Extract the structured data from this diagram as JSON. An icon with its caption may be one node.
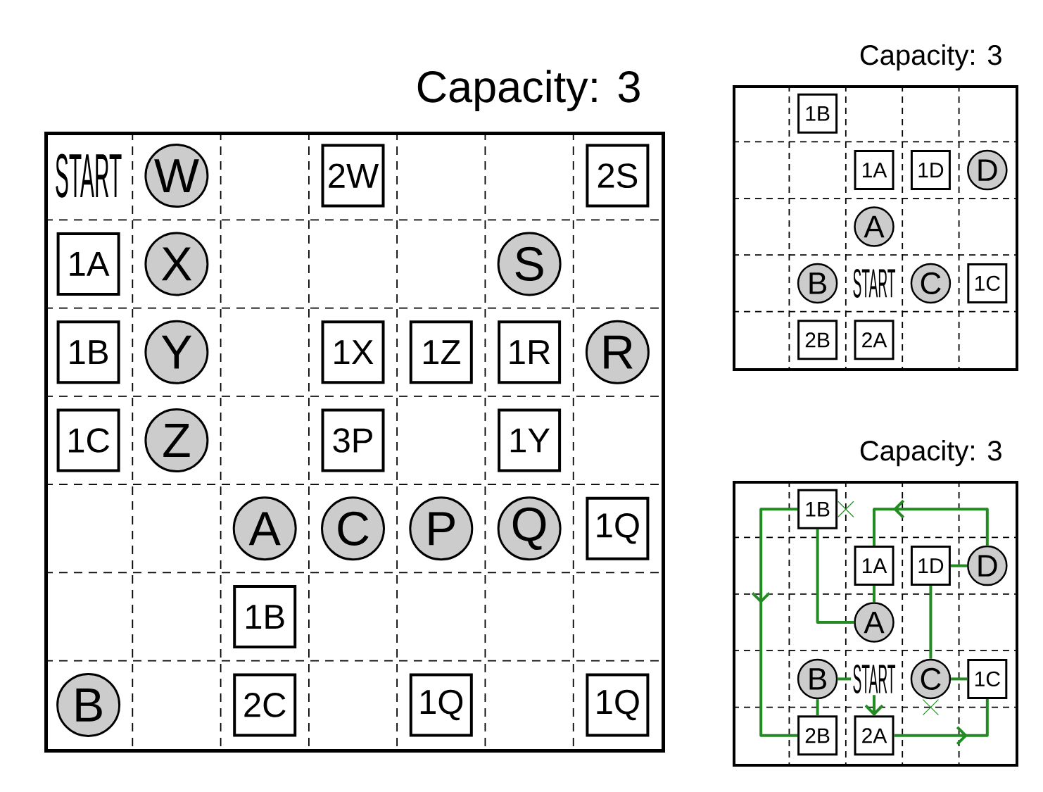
{
  "diagram": {
    "nodes": [
      {
        "text": [
          "Capacity: 3"
        ]
      },
      {
        "text": [
          "W"
        ],
        "in": 0
      },
      {
        "text": [
          "2W"
        ],
        "in": 0
      },
      {
        "text": [
          "2S"
        ],
        "in": 0
      },
      {
        "text": [
          "1A"
        ],
        "in": 0
      },
      {
        "text": [
          "X"
        ],
        "in": 0
      },
      {
        "text": [
          "S"
        ],
        "in": 0
      },
      {
        "text": [
          "1B"
        ],
        "in": 0
      },
      {
        "text": [
          "Y"
        ],
        "in": 0
      },
      {
        "text": [
          "1X"
        ],
        "in": 0
      },
      {
        "text": [
          "1Z"
        ],
        "in": 0
      },
      {
        "text": [
          "1R"
        ],
        "in": 0
      },
      {
        "text": [
          "R"
        ],
        "in": 0
      },
      {
        "text": [
          "1C"
        ],
        "in": 0
      },
      {
        "text": [
          "Z"
        ],
        "in": 0
      },
      {
        "text": [
          "3P"
        ],
        "in": 0
      },
      {
        "text": [
          "1Y"
        ],
        "in": 0
      },
      {
        "text": [
          "A"
        ],
        "in": 0
      },
      {
        "text": [
          "C"
        ],
        "in": 0
      },
      {
        "text": [
          "P"
        ],
        "in": 0
      },
      {
        "text": [
          "Q"
        ],
        "in": 0
      },
      {
        "text": [
          "1Q"
        ],
        "in": 0
      },
      {
        "text": [
          "1B"
        ],
        "in": 0
      },
      {
        "text": [
          "B"
        ],
        "in": 0
      },
      {
        "text": [
          "2C"
        ],
        "in": 0
      },
      {
        "text": [
          "1Q"
        ],
        "in": 0
      },
      {
        "text": [
          "1Q"
        ],
        "in": 0
      },
      {
        "text": [
          "Capacity: 3"
        ]
      },
      {
        "text": [
          "1B"
        ],
        "in": 27
      },
      {
        "text": [
          "1A"
        ],
        "in": 27
      },
      {
        "text": [
          "1D"
        ],
        "in": 27
      },
      {
        "text": [
          "D"
        ],
        "in": 27
      },
      {
        "text": [
          "A"
        ],
        "in": 27
      },
      {
        "text": [
          "B"
        ],
        "in": 27
      },
      {
        "text": [
          "C"
        ],
        "in": 27
      },
      {
        "text": [
          "1C"
        ],
        "in": 27
      },
      {
        "text": [
          "2B"
        ],
        "in": 27
      },
      {
        "text": [
          "2A"
        ],
        "in": 27
      },
      {
        "text": [
          "Capacity: 3"
        ]
      },
      {
        "text": [
          "1B"
        ],
        "in": 38
      },
      {
        "text": [
          "1A"
        ],
        "in": 38
      },
      {
        "text": [
          "1D"
        ],
        "in": 38
      },
      {
        "text": [
          "D"
        ],
        "in": 38
      },
      {
        "text": [
          "A"
        ],
        "in": 38
      },
      {
        "text": [
          "B"
        ],
        "in": 38
      },
      {
        "text": [
          "START"
        ],
        "in": 38
      },
      {
        "text": [
          "C"
        ],
        "in": 38
      },
      {
        "text": [
          "1C"
        ],
        "in": 38
      },
      {
        "text": [
          "2B"
        ],
        "in": 38
      },
      {
        "text": [
          "2A"
        ],
        "in": 38
      }
    ],
    "edges": [
      {
        "from": 45,
        "to": 49,
        "arrow": "to"
      },
      {
        "from": 49,
        "to": 47,
        "arrow": "to"
      },
      {
        "from": 47,
        "to": 46,
        "arrow": "none"
      },
      {
        "from": 46,
        "to": 41,
        "arrow": "none"
      },
      {
        "from": 41,
        "to": 42,
        "arrow": "none"
      },
      {
        "from": 42,
        "to": 40,
        "arrow": "to"
      },
      {
        "from": 40,
        "to": 43,
        "arrow": "none"
      },
      {
        "from": 43,
        "to": 39,
        "arrow": "none"
      },
      {
        "from": 39,
        "to": 48,
        "arrow": "to"
      },
      {
        "from": 48,
        "to": 44,
        "arrow": "none"
      },
      {
        "from": 44,
        "to": 45,
        "arrow": "none"
      }
    ],
    "labels": [
      "START",
      "START"
    ]
  }
}
